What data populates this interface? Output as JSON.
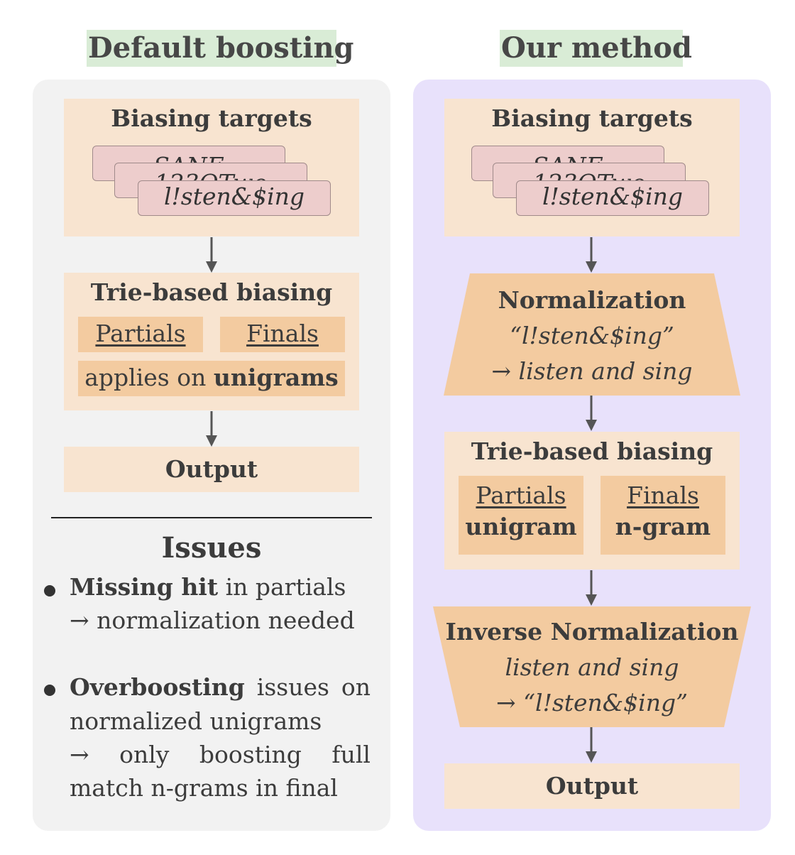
{
  "left": {
    "heading": "Default boosting",
    "targets": {
      "title": "Biasing targets",
      "cards": [
        "SANE",
        "123OTwo",
        "l!sten&$ing"
      ]
    },
    "trie": {
      "title": "Trie-based biasing",
      "partials": "Partials",
      "finals": "Finals",
      "applies_prefix": "applies on ",
      "applies_bold": "unigrams"
    },
    "output": "Output"
  },
  "issues": {
    "title": "Issues",
    "items": [
      {
        "lines": [
          {
            "bold": "Missing hit",
            "rest": " in partials"
          },
          {
            "arrow": "→",
            "rest": " normalization needed"
          }
        ]
      },
      {
        "lines": [
          {
            "words": [
              "Overboosting",
              "issues",
              "on"
            ]
          },
          {
            "rest": "normalized unigrams"
          },
          {
            "words": [
              "→",
              "only",
              "boosting",
              "full"
            ]
          },
          {
            "rest": "match n-grams in final"
          }
        ]
      }
    ]
  },
  "right": {
    "heading": "Our method",
    "targets": {
      "title": "Biasing targets",
      "cards": [
        "SANE",
        "123OTwo",
        "l!sten&$ing"
      ]
    },
    "normalization": {
      "title": "Normalization",
      "line1": "“l!sten&$ing”",
      "line2": "→ listen and sing"
    },
    "trie": {
      "title": "Trie-based biasing",
      "partials": "Partials",
      "partials_sub": "unigram",
      "finals": "Finals",
      "finals_sub": "n-gram"
    },
    "inverse": {
      "title": "Inverse Normalization",
      "line1": "listen and sing",
      "line2": "→ “l!sten&$ing”"
    },
    "output": "Output"
  },
  "colors": {
    "heading_bg": "#d9ecd6",
    "left_panel": "#f2f2f2",
    "right_panel": "#e8e1fb",
    "box_light": "#f8e4d0",
    "box_dark": "#f3cba0",
    "card": "#edcdcc",
    "arrow": "#555555"
  }
}
